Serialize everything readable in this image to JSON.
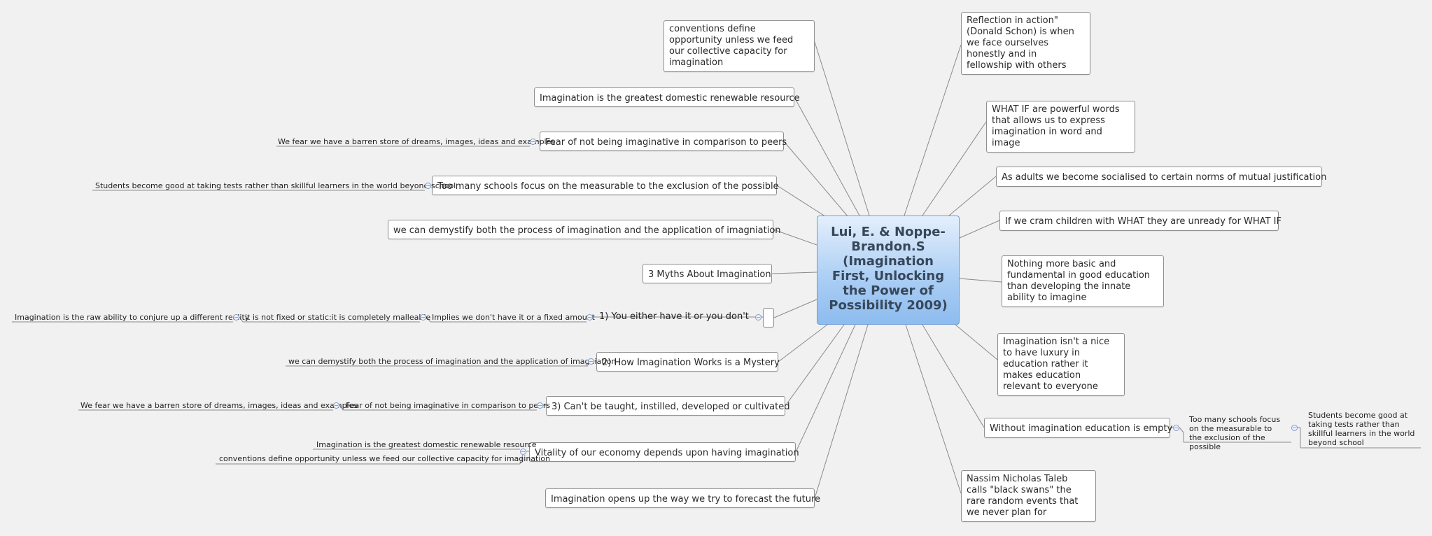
{
  "central": {
    "title": "Lui, E. & Noppe-Brandon.S (Imagination First, Unlocking the Power of Possibility 2009)"
  },
  "left_topics": [
    {
      "id": "conventions",
      "text": "conventions define opportunity unless we feed our collective capacity for imagination"
    },
    {
      "id": "renewable",
      "text": "Imagination is the greatest domestic renewable resource"
    },
    {
      "id": "fear",
      "text": "Fear of not being imaginative in comparison to peers"
    },
    {
      "id": "schools",
      "text": "Too many schools focus on the measurable to the exclusion of the possible"
    },
    {
      "id": "demystify",
      "text": "we can demystify both the process of imagination and the application of imagniation"
    },
    {
      "id": "three-myths",
      "text": "3 Myths About Imagination"
    },
    {
      "id": "myth1",
      "text": "1) You either have it or you don't"
    },
    {
      "id": "myth2",
      "text": "2) How Imagination Works is a Mystery"
    },
    {
      "id": "myth3",
      "text": "3) Can't be taught, instilled, developed or cultivated"
    },
    {
      "id": "vitality",
      "text": "Vitality of our economy depends upon having imagination"
    },
    {
      "id": "forecast",
      "text": "Imagination opens up the way we try to forecast the future"
    }
  ],
  "right_topics": [
    {
      "id": "reflection",
      "text": "Reflection in action\" (Donald Schon) is when we face ourselves honestly and in fellowship with others"
    },
    {
      "id": "what-if",
      "text": "WHAT IF are powerful words that allows us to express imagination in word and image"
    },
    {
      "id": "adults",
      "text": "As adults we become socialised to certain norms of mutual justification"
    },
    {
      "id": "cram",
      "text": "If we cram children with WHAT they are unready for WHAT IF"
    },
    {
      "id": "basic",
      "text": "Nothing more basic and fundamental in good education than developing the innate ability to imagine"
    },
    {
      "id": "luxury",
      "text": "Imagination isn't a nice to have luxury in education rather it makes education relevant to everyone"
    },
    {
      "id": "empty",
      "text": "Without imagination education is empty"
    },
    {
      "id": "taleb",
      "text": "Nassim Nicholas Taleb calls \"black swans\" the rare random events that we never plan for"
    }
  ],
  "subtopics": [
    {
      "id": "sub-fear-barren",
      "text": "We fear we have a barren store of dreams, images, ideas and examples"
    },
    {
      "id": "sub-schools-tests",
      "text": "Students become good at taking tests rather than skillful learners in the world beyond school"
    },
    {
      "id": "sub-myth1-implies",
      "text": "Implies we don't have it or a fixed amount"
    },
    {
      "id": "sub-myth1-malleable",
      "text": "it is not fixed or static:it is completely malleable"
    },
    {
      "id": "sub-myth1-raw",
      "text": "Imagination is the raw ability to conjure up a different reality"
    },
    {
      "id": "sub-myth2-demystify",
      "text": "we can demystify both the process of imagination and the application of imagniation"
    },
    {
      "id": "sub-myth3-fear",
      "text": "Fear of not being imaginative in comparison to peers"
    },
    {
      "id": "sub-myth3-barren",
      "text": "We fear we have a barren store of dreams, images, ideas and examples"
    },
    {
      "id": "sub-vitality-renewable",
      "text": "Imagination is the greatest domestic renewable resource"
    },
    {
      "id": "sub-vitality-conventions",
      "text": "conventions define opportunity unless we feed our collective capacity for imagination"
    },
    {
      "id": "sub-empty-schools",
      "text": "Too many schools focus on the measurable to the exclusion of the possible"
    },
    {
      "id": "sub-empty-tests",
      "text": "Students become good at taking tests rather than skillful learners in the world beyond school"
    }
  ],
  "toggle_symbol": "−",
  "colors": {
    "canvas": "#f1f1f1",
    "line": "#8a8a8a",
    "central_top": "#e4effc",
    "central_bottom": "#8dbcef",
    "toggle": "#7f9bc4"
  }
}
